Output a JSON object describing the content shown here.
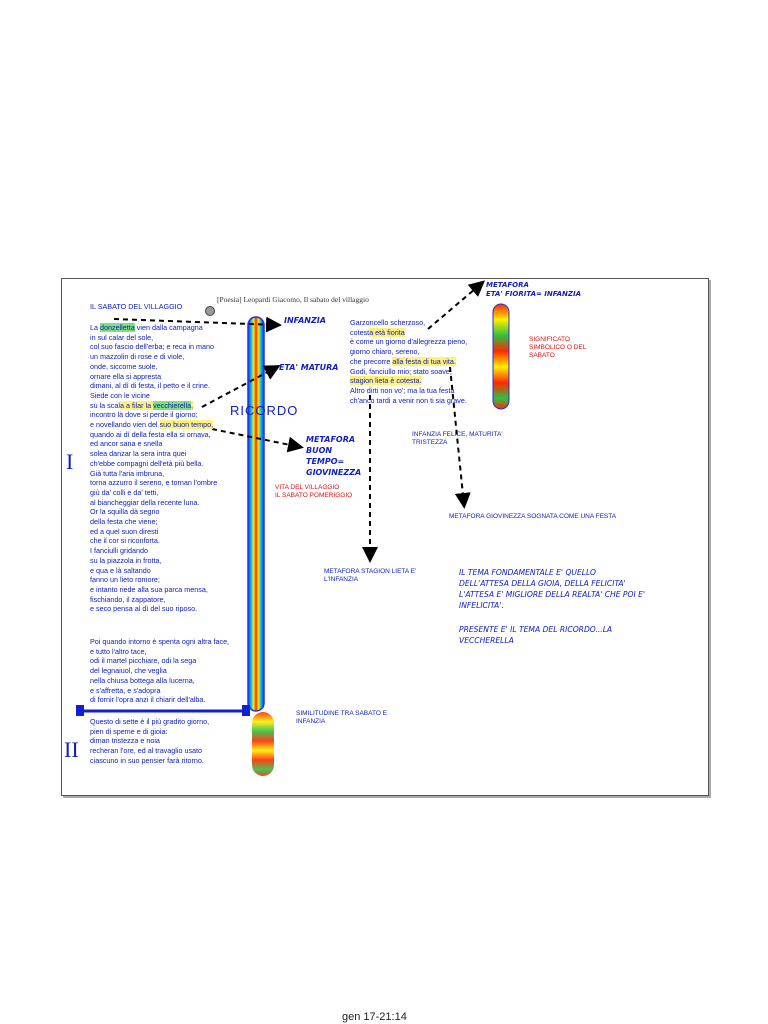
{
  "header": {
    "source": "[Poesia] Leopardi Giacomo, Il sabato del villaggio"
  },
  "title": "IL SABATO DEL VILLAGGIO",
  "poem_part1": [
    "La donzelletta vien dalla campagna",
    "in sul calar del sole,",
    "col suo fascio dell'erba; e reca in mano",
    "un mazzolin di rose e di viole,",
    "onde, siccome suole,",
    "ornare ella si appresta",
    "dimani, al dì di festa, il petto e il crine.",
    "Siede con le vicine",
    "su la scala a filar la vecchierella,",
    "incontro là dove si perde il giorno;",
    "e novellando vien del suo buon tempo,",
    "quando ai dì della festa ella si ornava,",
    " ed ancor sana e snella",
    "solea danzar la sera intra quei",
    "ch'ebbe compagni dell'età più bella.",
    "Già tutta l'aria imbruna,",
    "torna azzurro il sereno, e tornan l'ombre",
    "giù da' colli e da' tetti,",
    "al biancheggiar della recente luna.",
    "Or la squilla dà segno",
    "della festa che viene;",
    "ed a quel suon diresti",
    "che il cor si riconforta.",
    "I fanciulli gridando",
    "su la piazzola in frotta,",
    "e qua e là saltando",
    "fanno un lieto romore;",
    "e intanto riede alla sua parca mensa,",
    "fischiando, il zappatore,",
    "e seco pensa al dì del suo riposo."
  ],
  "poem_part1b": [
    "Poi quando intorno è spenta ogni altra face,",
    "e tutto l'altro tace,",
    "odi il martel picchiare, odi la sega",
    "del legnaiuol, che veglia",
    "nella chiusa bottega alla lucerna,",
    "e s'affretta, e s'adopra",
    "di fornir l'opra anzi il chiarir dell'alba."
  ],
  "poem_part2": [
    "Questo di sette è il più gradito giorno,",
    "pien di speme e di gioia:",
    "diman tristezza e noia",
    "recheran l'ore, ed al travaglio usato",
    "ciascuno in suo pensier farà ritorno."
  ],
  "poem_right": [
    "Garzoncello scherzoso,",
    "cotesta età fiorita",
    "è come un giorno d'allegrezza pieno,",
    "giorno chiaro, sereno,",
    "che precorre alla festa di tua vita.",
    "Godi, fanciullo mio; stato soave,",
    "stagion lieta è cotesta.",
    "Altro dirti non vo'; ma la tua festa",
    "ch'anco tardi a venir non ti sia grave."
  ],
  "section_labels": {
    "one": "I",
    "two": "II"
  },
  "annotations": {
    "infanzia": "INFANZIA",
    "eta_matura": "ETA' MATURA",
    "ricordo": "RICORDO",
    "metafora_giovinezza": [
      "METAFORA",
      "BUON",
      "TEMPO=",
      "GIOVINEZZA"
    ],
    "vita_villaggio": [
      "VITA DEL VILLAGGIO",
      "IL SABATO POMERIGGIO"
    ],
    "metafora_eta_fiorita": [
      "METAFORA",
      "ETA' FIORITA= INFANZIA"
    ],
    "significato": [
      "SIGNIFICATO",
      "SIMBOLICO O DEL",
      "SABATO"
    ],
    "infanzia_felice": [
      "INFANZIA FELICE, MATURITA'",
      "TRISTEZZA"
    ],
    "metafora_giovinezza_sognata": "METAFORA GIOVINEZZA SOGNATA COME UNA FESTA",
    "metafora_stagion": [
      "METAFORA  STAGION LIETA E'",
      "L'INFANZIA"
    ],
    "similitudine": [
      "SIMILITUDINE TRA SABATO E",
      "INFANZIA"
    ],
    "tema": [
      "IL TEMA FONDAMENTALE E' QUELLO",
      "DELL'ATTESA DELLA GIOIA, DELLA FELICITA'",
      "L'ATTESA E' MIGLIORE DELLA REALTA' CHE POI E'",
      "INFELICITA'."
    ],
    "presente": [
      "PRESENTE E' IL TEMA DEL RICORDO...LA",
      "VECCHERELLA"
    ]
  },
  "footer": {
    "timestamp": "gen 17-21:14"
  },
  "colors": {
    "text_blue": "#1020c0",
    "note_red": "#e01010",
    "highlight_yellow": "#fff27a",
    "highlight_green": "#7ee07e"
  }
}
